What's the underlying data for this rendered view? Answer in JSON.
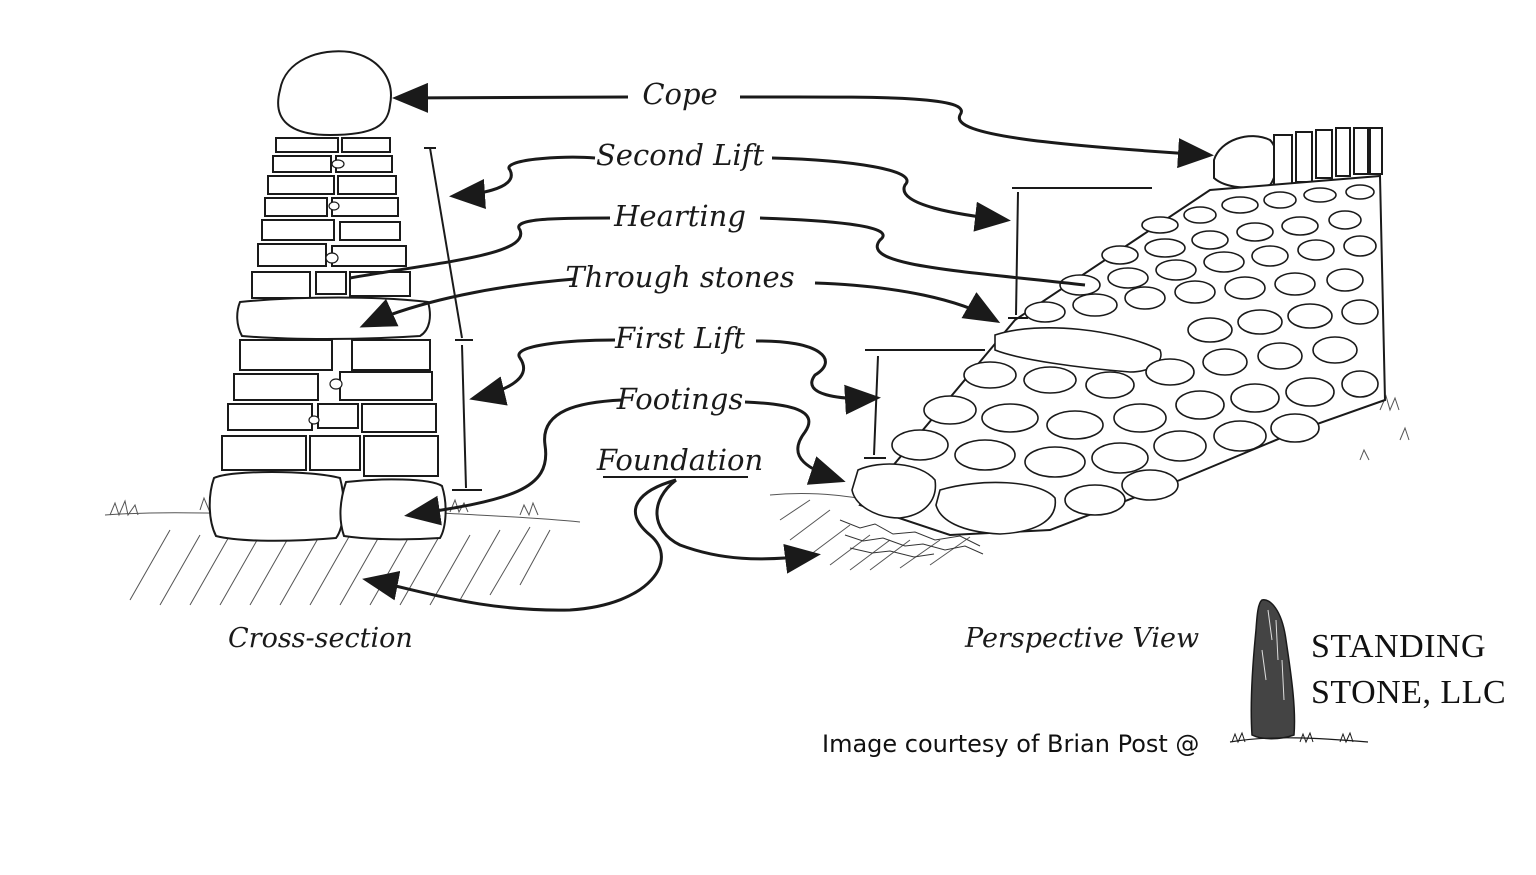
{
  "labels": {
    "cope": "Cope",
    "second_lift": "Second Lift",
    "hearting": "Hearting",
    "through_stones": "Through stones",
    "first_lift": "First Lift",
    "footings": "Footings",
    "foundation": "Foundation"
  },
  "captions": {
    "cross_section": "Cross-section",
    "perspective_view": "Perspective View"
  },
  "credit": "Image courtesy of Brian Post @",
  "logo": {
    "line1": "STANDING",
    "line2": "STONE, LLC"
  },
  "colors": {
    "ink": "#1a1a1a",
    "stone_fill": "#ffffff",
    "background": "#ffffff"
  }
}
